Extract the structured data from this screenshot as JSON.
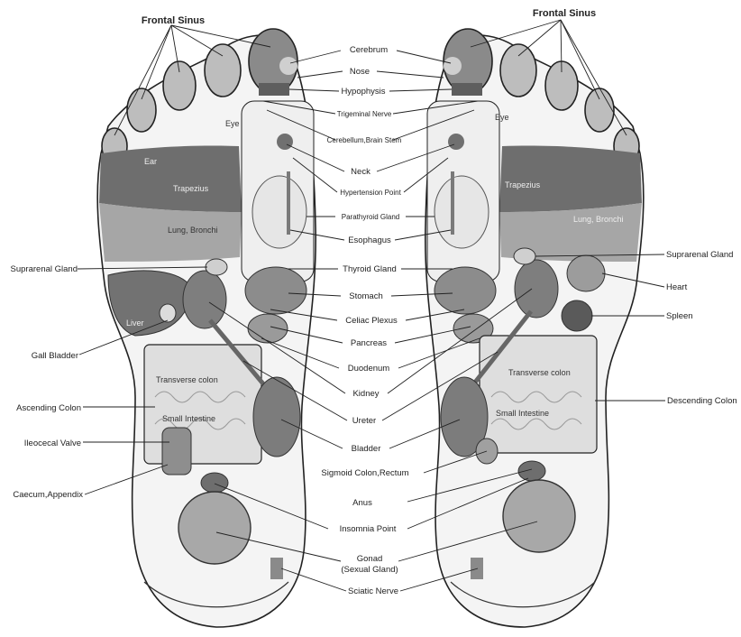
{
  "title": "",
  "center_labels": {
    "cerebrum": "Cerebrum",
    "nose": "Nose",
    "hypophysis": "Hypophysis",
    "trigeminal": "Trigeminal Nerve",
    "cerebellum": "Cerebellum,Brain Stem",
    "neck": "Neck",
    "hypertension": "Hypertension Point",
    "parathyroid": "Parathyroid Gland",
    "esophagus": "Esophagus",
    "thyroid": "Thyroid Gland",
    "stomach": "Stomach",
    "celiac": "Celiac Plexus",
    "pancreas": "Pancreas",
    "duodenum": "Duodenum",
    "kidney": "Kidney",
    "ureter": "Ureter",
    "bladder": "Bladder",
    "sigmoid": "Sigmoid Colon,Rectum",
    "anus": "Anus",
    "insomnia": "Insomnia Point",
    "gonad_1": "Gonad",
    "gonad_2": "(Sexual Gland)",
    "sciatic": "Sciatic Nerve"
  },
  "left_labels": {
    "frontal_sinus": "Frontal Sinus",
    "suprarenal": "Suprarenal Gland",
    "gall_bladder": "Gall Bladder",
    "ascending_colon": "Ascending Colon",
    "ileocecal": "Ileocecal Valve",
    "caecum": "Caecum,Appendix"
  },
  "right_labels": {
    "frontal_sinus": "Frontal Sinus",
    "suprarenal": "Suprarenal Gland",
    "heart": "Heart",
    "spleen": "Spleen",
    "descending_colon": "Descending Colon"
  },
  "in_foot_labels": {
    "ear": "Ear",
    "eye": "Eye",
    "trapezius": "Trapezius",
    "lung": "Lung, Bronchi",
    "liver": "Liver",
    "transverse_colon": "Transverse colon",
    "small_intestine": "Small Intestine"
  },
  "colors": {
    "outline": "#222222",
    "organ_dark": "#6a6a6a",
    "organ_mid": "#9a9a9a",
    "organ_light": "#d4d4d4"
  }
}
